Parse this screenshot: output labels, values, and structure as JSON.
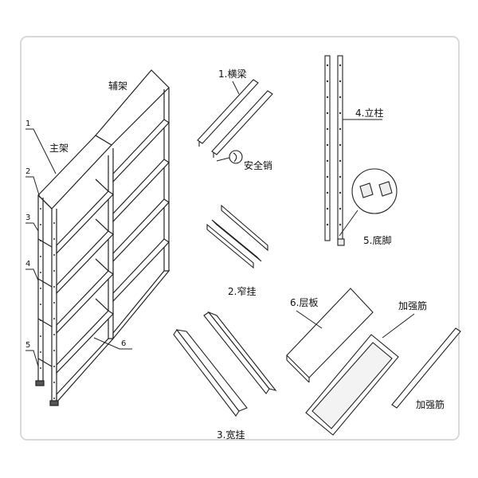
{
  "labels": {
    "auxiliary_frame": "辅架",
    "main_frame": "主架",
    "beam": "1.横梁",
    "safety_pin": "安全销",
    "narrow_hook": "2.窄挂",
    "wide_hook": "3.宽挂",
    "upright": "4.立柱",
    "foot": "5.底脚",
    "shelf_panel": "6.层板",
    "stiffener_top": "加强筋",
    "stiffener_bottom": "加强筋"
  },
  "callouts": {
    "n1": "1",
    "n2": "2",
    "n3": "3",
    "n4": "4",
    "n5": "5",
    "n6": "6"
  }
}
